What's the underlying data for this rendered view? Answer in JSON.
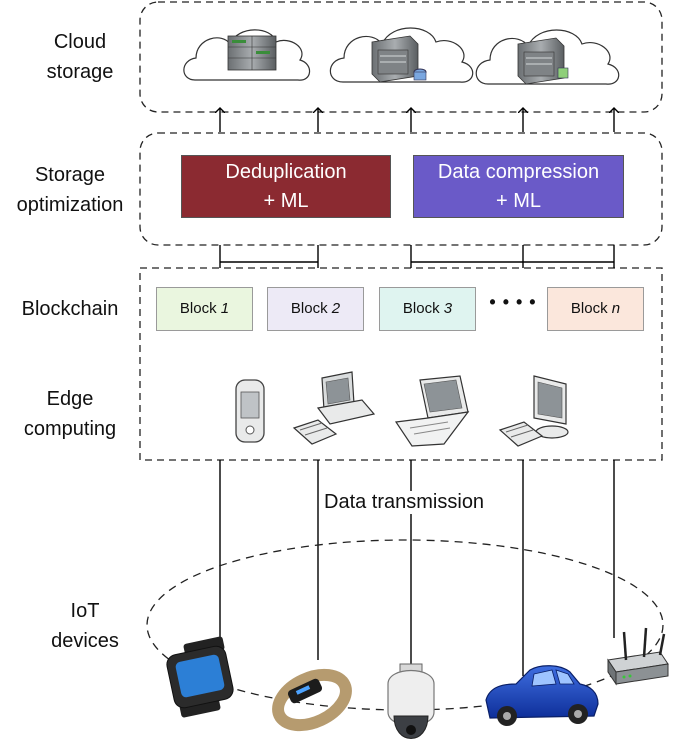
{
  "layers": {
    "cloud": "Cloud\nstorage",
    "storage_optimization": "Storage\noptimization",
    "blockchain": "Blockchain",
    "edge": "Edge\ncomputing",
    "iot": "IoT\ndevices"
  },
  "optimization": {
    "dedup": "Deduplication\n+ ML",
    "compression": "Data compression\n+ ML"
  },
  "blocks": [
    {
      "prefix": "Block ",
      "index": "1"
    },
    {
      "prefix": "Block ",
      "index": "2"
    },
    {
      "prefix": "Block ",
      "index": "3"
    },
    {
      "prefix": "Block ",
      "index": "n"
    }
  ],
  "blocks_ellipsis": "• • • •",
  "transmission": "Data transmission",
  "colors": {
    "dedup": "#8b2a31",
    "compression": "#6a5ac8",
    "block1": "#eaf6df",
    "block2": "#edeaf6",
    "block3": "#dff4f0",
    "blockn": "#fbe7dc"
  },
  "icons": {
    "cloud": [
      "server-rack-icon",
      "server-disk-icon",
      "server-chip-icon"
    ],
    "edge": [
      "smartphone-icon",
      "desktop-pc-icon",
      "laptop-icon",
      "monitor-icon"
    ],
    "iot": [
      "smartwatch-icon",
      "fitness-band-icon",
      "dome-camera-icon",
      "car-icon",
      "router-icon"
    ]
  }
}
